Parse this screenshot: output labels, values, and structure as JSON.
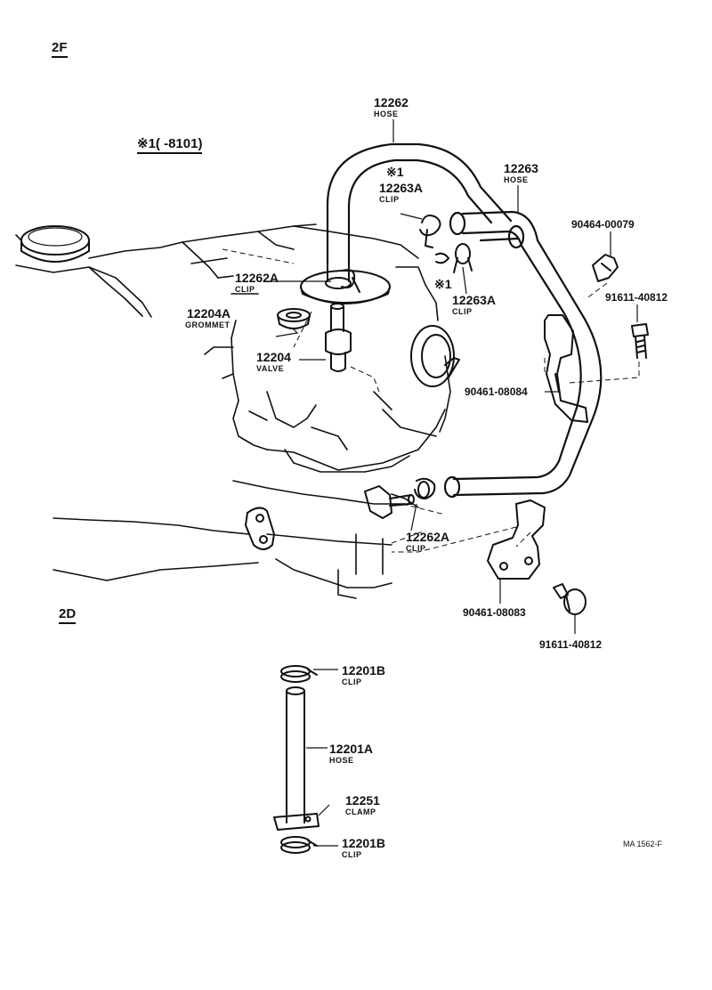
{
  "sections": {
    "top": "2F",
    "bottom": "2D"
  },
  "applicability_note": "※1(      -8101)",
  "footer_code": "MA  1562-F",
  "callouts": {
    "hose_12262": {
      "part": "12262",
      "name": "HOSE"
    },
    "hose_12263": {
      "part": "12263",
      "name": "HOSE"
    },
    "clip_12263a_upper": {
      "mark": "※1",
      "part": "12263A",
      "name": "CLIP"
    },
    "clip_12263a_lower": {
      "mark": "※1",
      "part": "12263A",
      "name": "CLIP"
    },
    "clip_12262a_upper": {
      "part": "12262A",
      "name": "CLIP"
    },
    "grommet_12204a": {
      "part": "12204A",
      "name": "GROMMET"
    },
    "valve_12204": {
      "part": "12204",
      "name": "VALVE"
    },
    "bolt_90464": {
      "part": "90464-00079"
    },
    "bolt_91611_upper": {
      "part": "91611-40812"
    },
    "bracket_90461_08084": {
      "part": "90461-08084"
    },
    "clip_12262a_lower": {
      "part": "12262A",
      "name": "CLIP"
    },
    "bracket_90461_08083": {
      "part": "90461-08083"
    },
    "bolt_91611_lower": {
      "part": "91611-40812"
    },
    "clip_12201b_upper": {
      "part": "12201B",
      "name": "CLIP"
    },
    "hose_12201a": {
      "part": "12201A",
      "name": "HOSE"
    },
    "clamp_12251": {
      "part": "12251",
      "name": "CLAMP"
    },
    "clip_12201b_lower": {
      "part": "12201B",
      "name": "CLIP"
    }
  }
}
